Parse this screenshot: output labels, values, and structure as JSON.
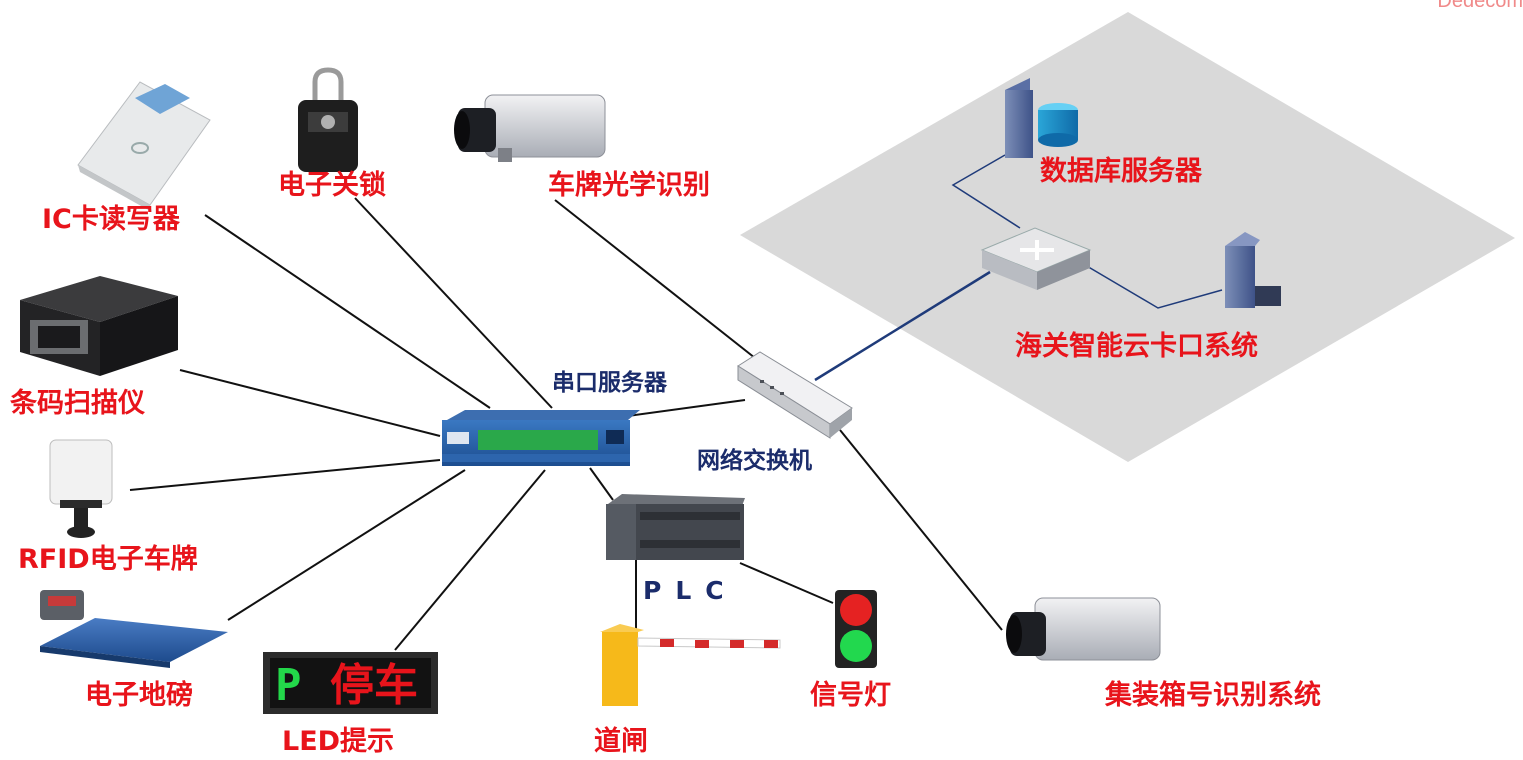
{
  "colors": {
    "label_red": "#e8141b",
    "label_navy": "#1b2c6b",
    "cloud_zone": "#d9d9d9",
    "link_black": "#111111",
    "link_navy": "#1f3b7a",
    "led_green": "#23d84a",
    "signal_red": "#e52222",
    "signal_green": "#22d84e",
    "barrier_yellow": "#f6b91a"
  },
  "corner_text": "Dedecom",
  "labels": {
    "ic_reader": "IC卡读写器",
    "e_lock": "电子关锁",
    "plate_ocr": "车牌光学识别",
    "db_server": "数据库服务器",
    "customs_cloud": "海关智能云卡口系统",
    "barcode_scanner": "条码扫描仪",
    "serial_server": "串口服务器",
    "network_switch": "网络交换机",
    "rfid_plate": "RFID电子车牌",
    "plc": "PLC",
    "weighbridge": "电子地磅",
    "led_display": "LED提示",
    "barrier_gate": "道闸",
    "signal_light": "信号灯",
    "container_ocr": "集装箱号识别系统"
  },
  "led_sign": {
    "p": "P",
    "text": "停车"
  },
  "devices": [
    {
      "name": "ic-card-reader",
      "icon": "card-reader-icon"
    },
    {
      "name": "electronic-lock",
      "icon": "padlock-icon"
    },
    {
      "name": "plate-camera",
      "icon": "camera-icon"
    },
    {
      "name": "database-server",
      "icon": "database-server-icon"
    },
    {
      "name": "cloud-router",
      "icon": "router-icon"
    },
    {
      "name": "cloud-pc",
      "icon": "computer-icon"
    },
    {
      "name": "barcode-scanner",
      "icon": "scanner-icon"
    },
    {
      "name": "serial-device-server",
      "icon": "serial-server-icon"
    },
    {
      "name": "network-switch",
      "icon": "switch-icon"
    },
    {
      "name": "rfid-reader",
      "icon": "rfid-reader-icon"
    },
    {
      "name": "plc-controller",
      "icon": "plc-icon"
    },
    {
      "name": "weighbridge",
      "icon": "scale-icon"
    },
    {
      "name": "led-sign",
      "icon": "led-display-icon"
    },
    {
      "name": "barrier-gate",
      "icon": "barrier-icon"
    },
    {
      "name": "traffic-signal",
      "icon": "traffic-light-icon"
    },
    {
      "name": "container-camera",
      "icon": "camera-icon"
    }
  ]
}
